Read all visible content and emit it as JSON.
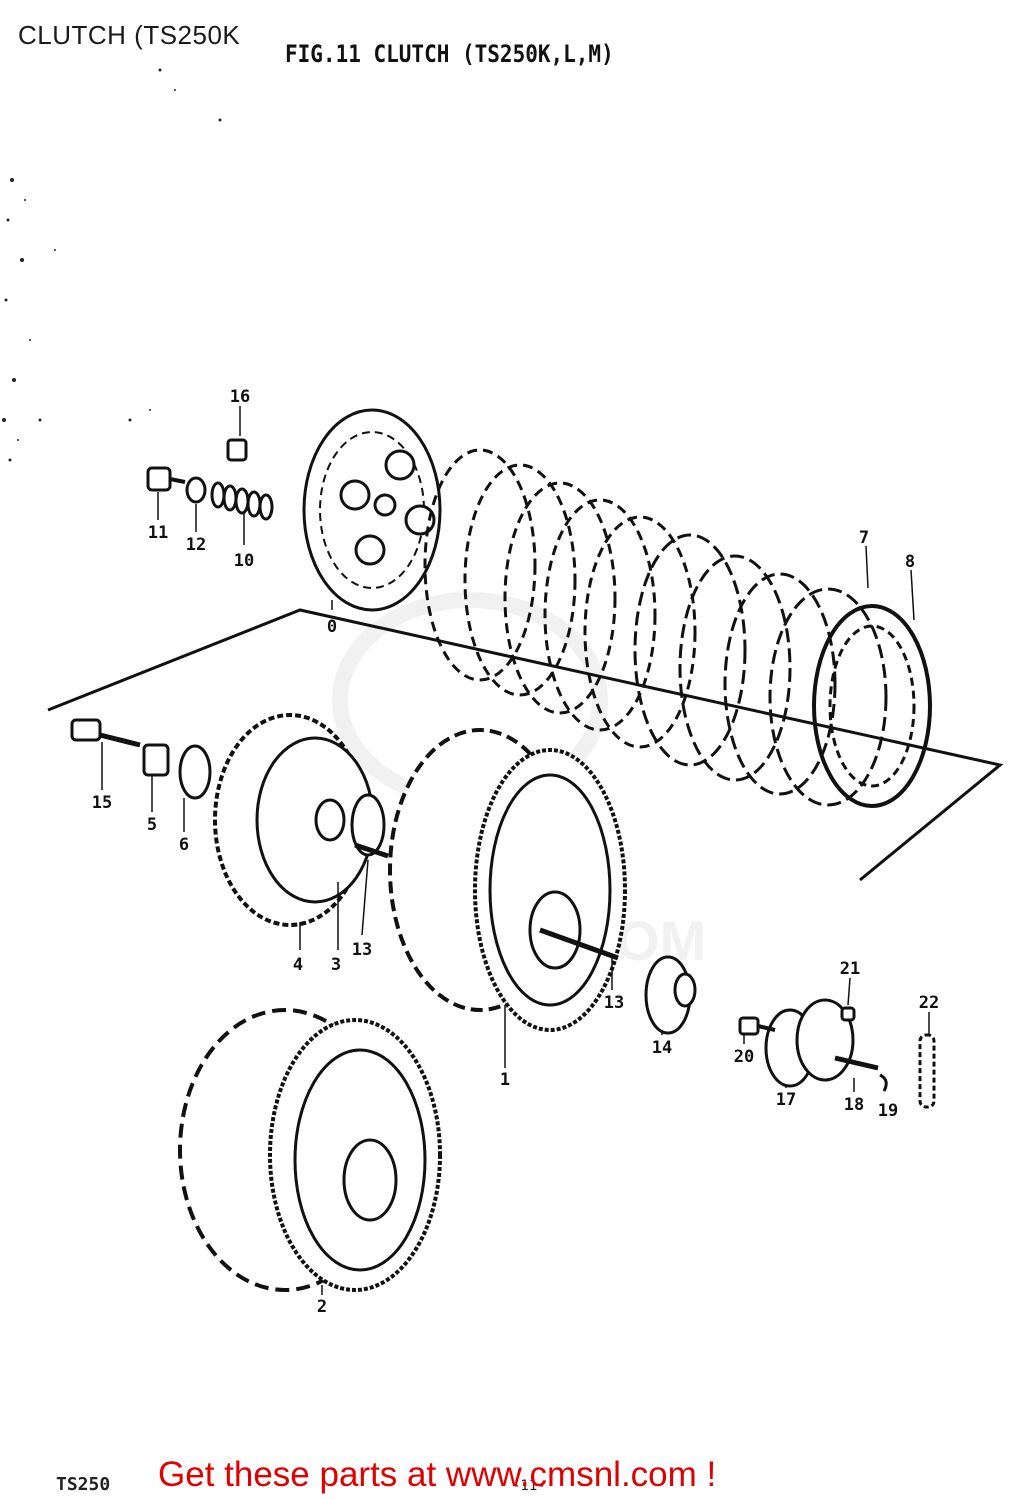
{
  "header": {
    "top_title": "CLUTCH (TS250K",
    "figure_title": "FIG.11  CLUTCH (TS250K,L,M)"
  },
  "callouts": [
    "16",
    "11",
    "12",
    "10",
    "0",
    "7",
    "8",
    "15",
    "5",
    "6",
    "4",
    "3",
    "13",
    "13",
    "1",
    "14",
    "21",
    "20",
    "17",
    "18",
    "19",
    "22",
    "2"
  ],
  "watermark": {
    "text": ".COM"
  },
  "footer": {
    "model": "TS250",
    "page_number": "-11-",
    "promo_text": "Get these parts at www.cmsnl.com !"
  },
  "colors": {
    "ink": "#111111",
    "promo": "#e00000",
    "watermark": "#e6e6e6"
  }
}
